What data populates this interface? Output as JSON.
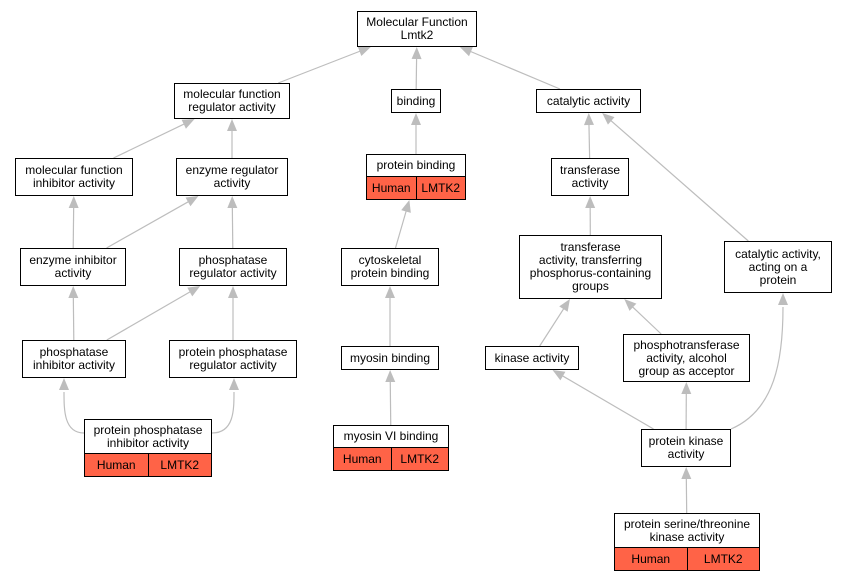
{
  "graph": {
    "edge_color": "#bdbdbd",
    "annotation_color": "#ff6347",
    "nodes": [
      {
        "id": "root",
        "label": "Molecular Function\nLmtk2"
      },
      {
        "id": "mfreg",
        "label": "molecular function\nregulator activity"
      },
      {
        "id": "binding",
        "label": "binding"
      },
      {
        "id": "catalytic",
        "label": "catalytic activity"
      },
      {
        "id": "mfinh",
        "label": "molecular function\ninhibitor activity"
      },
      {
        "id": "enzreg",
        "label": "enzyme regulator\nactivity"
      },
      {
        "id": "protbind",
        "label": "protein binding",
        "tags": [
          "Human",
          "LMTK2"
        ]
      },
      {
        "id": "transferase",
        "label": "transferase\nactivity"
      },
      {
        "id": "enzinh",
        "label": "enzyme inhibitor\nactivity"
      },
      {
        "id": "phosreg",
        "label": "phosphatase\nregulator activity"
      },
      {
        "id": "cytobind",
        "label": "cytoskeletal\nprotein binding"
      },
      {
        "id": "transphos",
        "label": "transferase\nactivity, transferring\nphosphorus-containing\ngroups"
      },
      {
        "id": "catprot",
        "label": "catalytic activity,\nacting on a\nprotein"
      },
      {
        "id": "phosinh",
        "label": "phosphatase\ninhibitor activity"
      },
      {
        "id": "ppreg",
        "label": "protein phosphatase\nregulator activity"
      },
      {
        "id": "myosin",
        "label": "myosin binding"
      },
      {
        "id": "kinase",
        "label": "kinase activity"
      },
      {
        "id": "phosphotrans",
        "label": "phosphotransferase\nactivity, alcohol\ngroup as acceptor"
      },
      {
        "id": "ppinh",
        "label": "protein phosphatase\ninhibitor activity",
        "tags": [
          "Human",
          "LMTK2"
        ]
      },
      {
        "id": "myo6",
        "label": "myosin VI binding",
        "tags": [
          "Human",
          "LMTK2"
        ]
      },
      {
        "id": "protkin",
        "label": "protein kinase\nactivity"
      },
      {
        "id": "stkin",
        "label": "protein serine/threonine\nkinase activity",
        "tags": [
          "Human",
          "LMTK2"
        ]
      }
    ],
    "edges": [
      [
        "mfreg",
        "root"
      ],
      [
        "binding",
        "root"
      ],
      [
        "catalytic",
        "root"
      ],
      [
        "mfinh",
        "mfreg"
      ],
      [
        "enzreg",
        "mfreg"
      ],
      [
        "protbind",
        "binding"
      ],
      [
        "transferase",
        "catalytic"
      ],
      [
        "catprot",
        "catalytic"
      ],
      [
        "enzinh",
        "mfinh"
      ],
      [
        "enzinh",
        "enzreg"
      ],
      [
        "phosreg",
        "enzreg"
      ],
      [
        "cytobind",
        "protbind"
      ],
      [
        "transphos",
        "transferase"
      ],
      [
        "phosinh",
        "enzinh"
      ],
      [
        "phosinh",
        "phosreg"
      ],
      [
        "ppreg",
        "phosreg"
      ],
      [
        "myosin",
        "cytobind"
      ],
      [
        "kinase",
        "transphos"
      ],
      [
        "phosphotrans",
        "transphos"
      ],
      [
        "ppinh",
        "phosinh"
      ],
      [
        "ppinh",
        "ppreg"
      ],
      [
        "myo6",
        "myosin"
      ],
      [
        "protkin",
        "kinase"
      ],
      [
        "protkin",
        "phosphotrans"
      ],
      [
        "protkin",
        "catprot"
      ],
      [
        "stkin",
        "protkin"
      ]
    ]
  }
}
